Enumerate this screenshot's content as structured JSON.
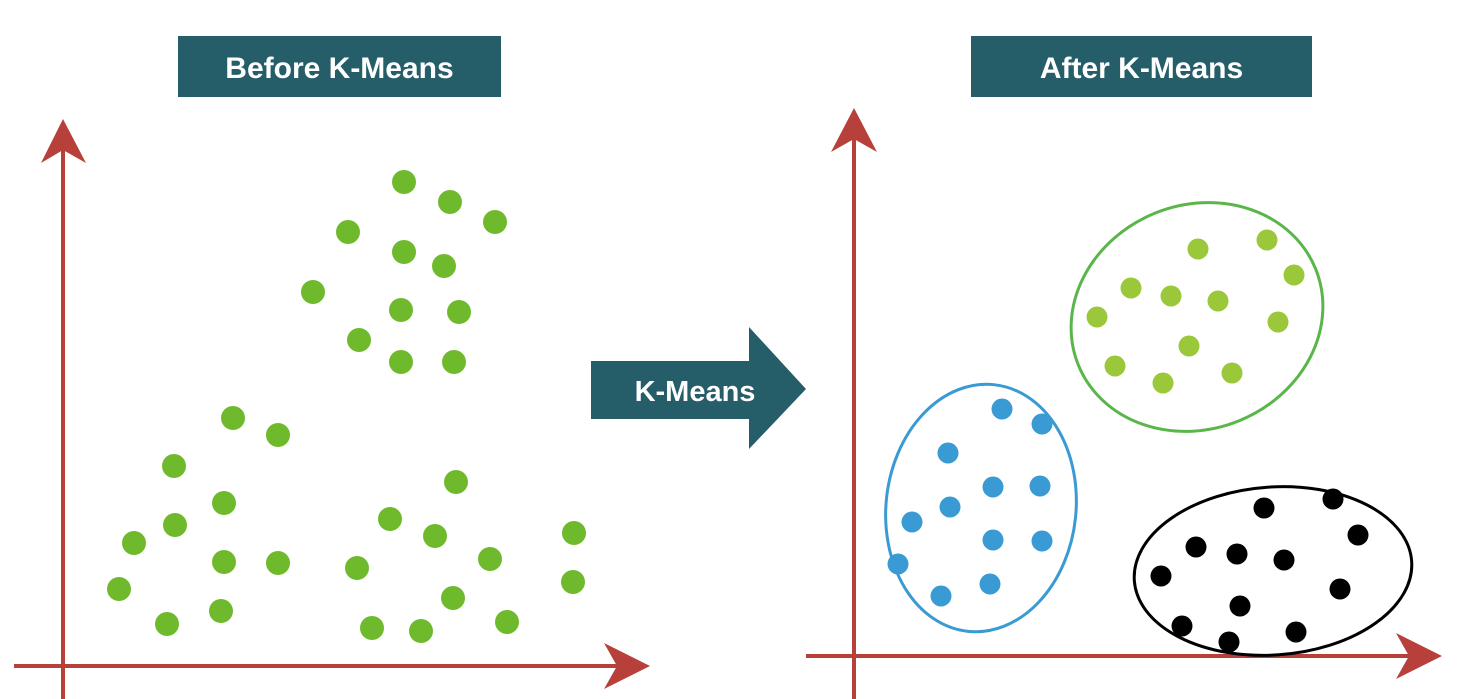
{
  "colors": {
    "banner_bg": "#255d68",
    "banner_text": "#ffffff",
    "axis": "#b8403a",
    "green_point": "#6fba2c",
    "lime_point": "#9bc83a",
    "blue_point": "#3a9ad3",
    "black_point": "#000000",
    "green_ellipse": "#5ab54a",
    "blue_ellipse": "#3a9ad3",
    "black_ellipse": "#000000"
  },
  "panels": {
    "before": {
      "title": "Before K-Means",
      "points": [
        [
          404,
          182
        ],
        [
          450,
          202
        ],
        [
          495,
          222
        ],
        [
          348,
          232
        ],
        [
          404,
          252
        ],
        [
          444,
          266
        ],
        [
          313,
          292
        ],
        [
          401,
          310
        ],
        [
          459,
          312
        ],
        [
          359,
          340
        ],
        [
          401,
          362
        ],
        [
          454,
          362
        ],
        [
          233,
          418
        ],
        [
          278,
          435
        ],
        [
          174,
          466
        ],
        [
          224,
          503
        ],
        [
          175,
          525
        ],
        [
          134,
          543
        ],
        [
          224,
          562
        ],
        [
          278,
          563
        ],
        [
          119,
          589
        ],
        [
          167,
          624
        ],
        [
          221,
          611
        ],
        [
          456,
          482
        ],
        [
          390,
          519
        ],
        [
          435,
          536
        ],
        [
          574,
          533
        ],
        [
          490,
          559
        ],
        [
          357,
          568
        ],
        [
          573,
          582
        ],
        [
          453,
          598
        ],
        [
          372,
          628
        ],
        [
          421,
          631
        ],
        [
          507,
          622
        ]
      ]
    },
    "after": {
      "title": "After K-Means",
      "clusters": [
        {
          "name": "lime",
          "point_color": "#9bc83a",
          "ellipse_color": "#5ab54a",
          "points": [
            [
              1198,
              249
            ],
            [
              1267,
              240
            ],
            [
              1294,
              275
            ],
            [
              1131,
              288
            ],
            [
              1171,
              296
            ],
            [
              1218,
              301
            ],
            [
              1097,
              317
            ],
            [
              1278,
              322
            ],
            [
              1189,
              346
            ],
            [
              1115,
              366
            ],
            [
              1163,
              383
            ],
            [
              1232,
              373
            ]
          ]
        },
        {
          "name": "blue",
          "point_color": "#3a9ad3",
          "ellipse_color": "#3a9ad3",
          "points": [
            [
              1002,
              409
            ],
            [
              1042,
              424
            ],
            [
              948,
              453
            ],
            [
              993,
              487
            ],
            [
              1040,
              486
            ],
            [
              950,
              507
            ],
            [
              912,
              522
            ],
            [
              993,
              540
            ],
            [
              1042,
              541
            ],
            [
              898,
              564
            ],
            [
              990,
              584
            ],
            [
              941,
              596
            ]
          ]
        },
        {
          "name": "black",
          "point_color": "#000000",
          "ellipse_color": "#000000",
          "points": [
            [
              1264,
              508
            ],
            [
              1333,
              499
            ],
            [
              1358,
              535
            ],
            [
              1196,
              547
            ],
            [
              1237,
              554
            ],
            [
              1284,
              560
            ],
            [
              1161,
              576
            ],
            [
              1340,
              589
            ],
            [
              1240,
              606
            ],
            [
              1182,
              626
            ],
            [
              1229,
              642
            ],
            [
              1296,
              632
            ]
          ]
        }
      ]
    }
  },
  "arrow": {
    "label": "K-Means"
  }
}
